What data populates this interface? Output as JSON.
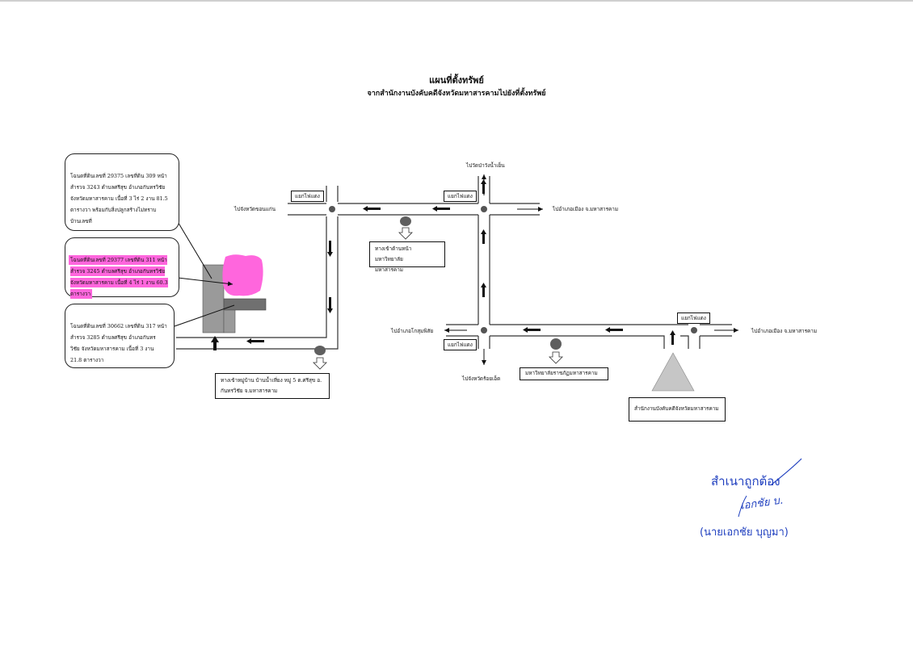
{
  "title": "แผนที่ตั้งทรัพย์",
  "subtitle": "จากสำนักงานบังคับคดีจังหวัดมหาสารคามไปยังที่ตั้งทรัพย์",
  "parcels": [
    {
      "text": "โฉนดที่ดินเลขที่ 29375 เลขที่ดิน 309 หน้าสำรวจ 3243 ตำบลศรีสุข อำเภอกันทรวิชัย\nจังหวัดมหาสารคาม เนื้อที่ 3 ไร่ 2 งาน 81.5\nตารางวา พร้อมกับสิ่งปลูกสร้างไม่ทราบ\nบ้านเลขที่",
      "highlighted": false
    },
    {
      "text": "โฉนดที่ดินเลขที่ 29377 เลขที่ดิน 311 หน้าสำรวจ 3245 ตำบลศรีสุข อำเภอกันทรวิชัย\nจังหวัดมหาสารคาม เนื้อที่ 4 ไร่ 1 งาน 60.3\nตารางวา",
      "highlighted": true,
      "highlight_color": "#ff66dd"
    },
    {
      "text": "โฉนดที่ดินเลขที่ 30662 เลขที่ดิน 317 หน้าสำรวจ 3285 ตำบลศรีสุข อำเภอกันทร\nวิชัย จังหวัดมหาสารคาม เนื้อที่ 3 งาน\n21.8 ตารางวา",
      "highlighted": false
    }
  ],
  "signs": {
    "left": "แยกไฟแดง",
    "middle_top": "แยกไฟแดง",
    "middle_bottom": "แยกไฟแดง",
    "right": "แยกไฟแดง"
  },
  "directions": {
    "khon_kaen": "ไปจังหวัดขอนแก่น",
    "wat_pa": "ไปวัดป่าวังน้ำเย็น",
    "mueang_top": "ไปอำเภอเมือง จ.มหาสารคาม",
    "kosum": "ไปอำเภอโกสุมพิสัย",
    "mueang_bottom": "ไปอำเภอเมือง จ.มหาสารคาม",
    "roi_et": "ไปจังหวัดร้อยเอ็ด"
  },
  "landmarks": {
    "university_entrance": "ทางเข้าด้านหน้ามหาวิทยาลัย\nมหาสารคาม",
    "rajabhat": "มหาวิทยาลัยราชภัฏมหาสารคาม",
    "village_entrance": "ทางเข้าหมู่บ้าน บ้านน้ำเที่ยง หมู่ 5 ต.ศรีสุข อ.\nกันทรวิชัย จ.มหาสารคาม",
    "office": "สำนักงานบังคับคดีจังหวัดมหาสารคาม"
  },
  "stamp": {
    "certified": "สำเนาถูกต้อง",
    "signature": "เอกชัย บ.",
    "name": "(นายเอกชัย  บุญมา)"
  },
  "colors": {
    "highlight": "#ff66dd",
    "parcel_gray": "#9a9a9a",
    "parcel_dark": "#707070",
    "stamp_blue": "#1f3fbf",
    "landmark_circle": "#5f5f5f",
    "office_triangle": "#c6c6c6"
  }
}
